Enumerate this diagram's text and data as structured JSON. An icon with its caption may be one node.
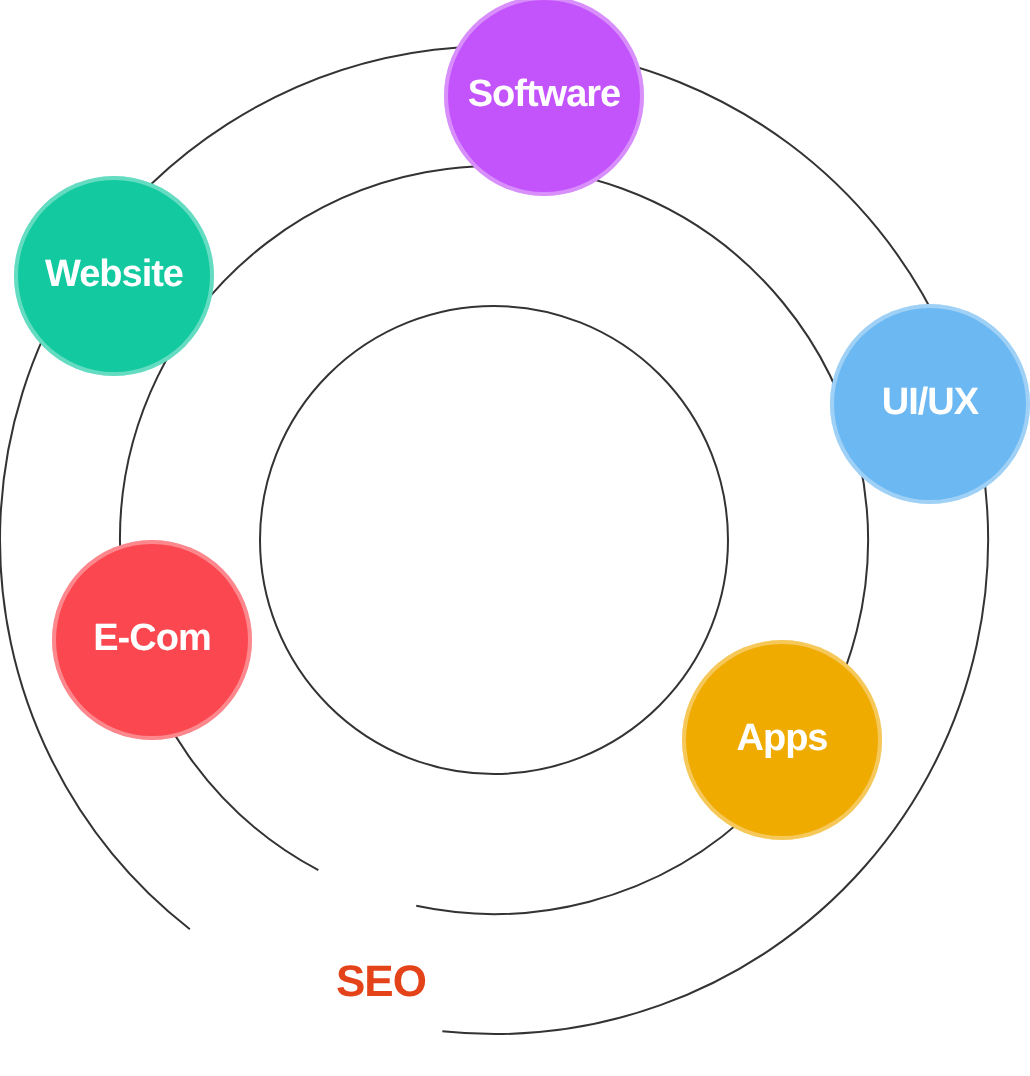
{
  "diagram": {
    "nodes": [
      {
        "text": [
          "Software"
        ]
      },
      {
        "text": [
          "Website"
        ]
      },
      {
        "text": [
          "UI/UX"
        ]
      },
      {
        "text": [
          "E-Com"
        ]
      },
      {
        "text": [
          "Apps"
        ]
      }
    ],
    "labels": [
      "SEO"
    ]
  }
}
